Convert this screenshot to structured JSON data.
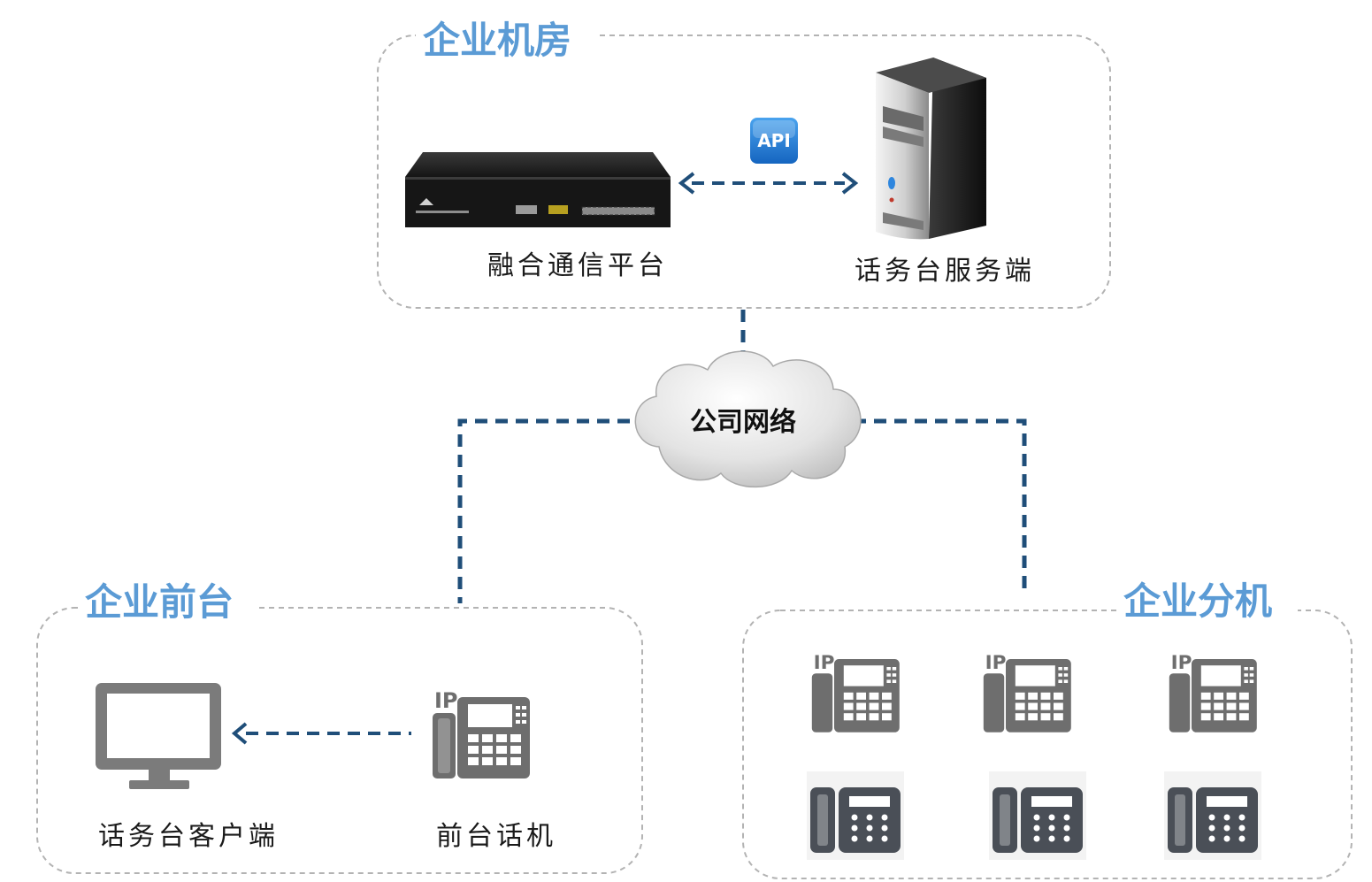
{
  "zones": {
    "server_room": {
      "title": "企业机房"
    },
    "front_desk": {
      "title": "企业前台"
    },
    "extensions": {
      "title": "企业分机"
    }
  },
  "devices": {
    "platform": {
      "label": "融合通信平台",
      "icon": "pbx-appliance-icon"
    },
    "console_server": {
      "label": "话务台服务端",
      "icon": "server-tower-icon"
    },
    "console_client": {
      "label": "话务台客户端",
      "icon": "monitor-icon"
    },
    "desk_phone": {
      "label": "前台话机",
      "icon": "ip-phone-icon"
    }
  },
  "api_badge": {
    "label": "API"
  },
  "network": {
    "label": "公司网络"
  },
  "ip_phone_tag": "IP",
  "extension_phones": {
    "ip_phones": 3,
    "analog_phones": 3
  },
  "colors": {
    "zone_title": "#5b9bd5",
    "connector": "#1f4e79",
    "icon_gray": "#6e6e6e",
    "zone_border": "#b3b3b3"
  }
}
